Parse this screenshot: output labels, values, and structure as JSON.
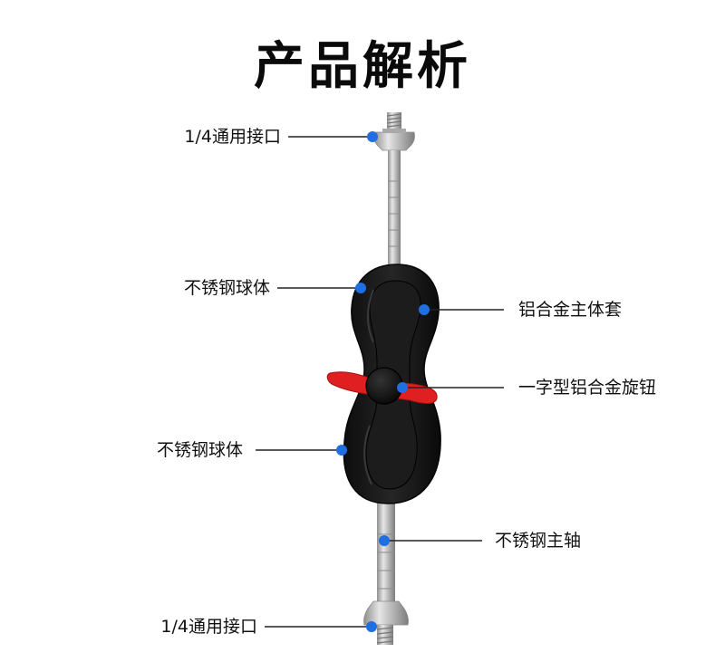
{
  "page": {
    "title": "产品解析"
  },
  "colors": {
    "marker": "#1f6fe0",
    "leader_line": "#222222",
    "body_black": "#141414",
    "knob_red": "#e02020",
    "steel": "#b4b4b4"
  },
  "callouts": {
    "top_interface": "1/4通用接口",
    "upper_ball": "不锈钢球体",
    "housing": "铝合金主体套",
    "knob": "一字型铝合金旋钮",
    "lower_ball": "不锈钢球体",
    "shaft": "不锈钢主轴",
    "bottom_interface": "1/4通用接口"
  }
}
